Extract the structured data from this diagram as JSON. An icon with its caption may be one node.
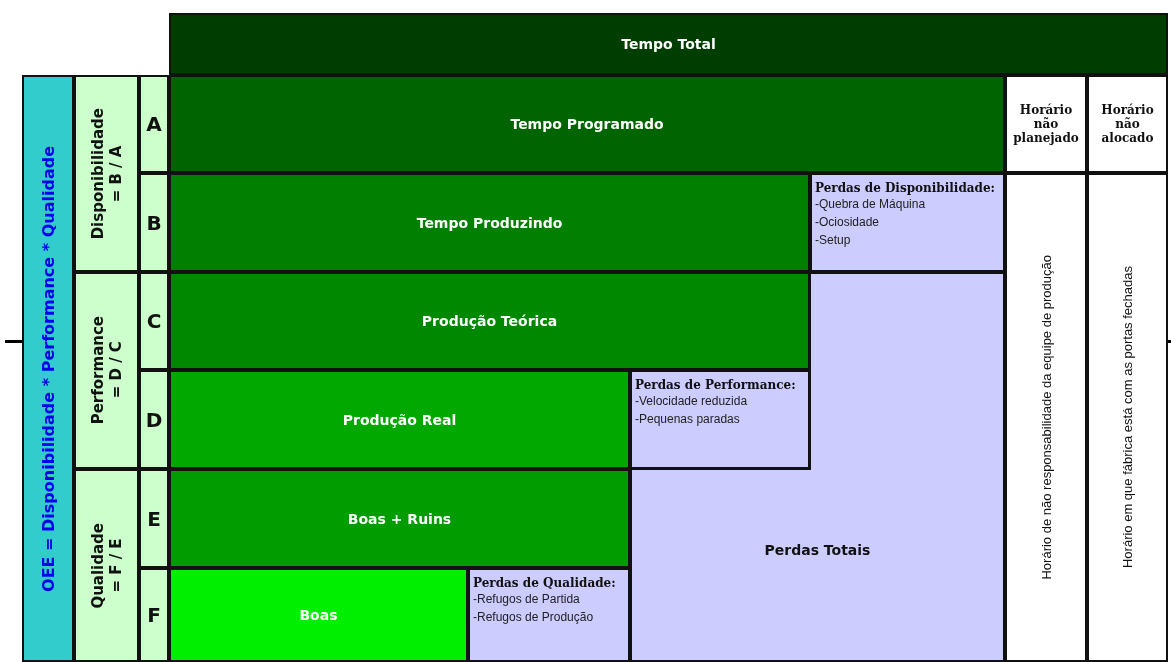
{
  "diagram": {
    "nodes": [
      {
        "text": [
          "Tempo Total"
        ]
      },
      {
        "text": [
          "OEE = Disponibilidade * Performance * Qualidade"
        ]
      },
      {
        "text": [
          "Disponibilidade",
          "= B / A"
        ]
      },
      {
        "text": [
          "A"
        ]
      },
      {
        "text": [
          "Tempo Programado"
        ]
      },
      {
        "text": [
          "Horário não planejado"
        ]
      },
      {
        "text": [
          "Horário não alocado"
        ]
      },
      {
        "text": [
          "B"
        ]
      },
      {
        "text": [
          "Tempo Produzindo"
        ]
      },
      {
        "text": [
          "Perdas de Disponibilidade:",
          "-Quebra de Máquina",
          "-Ociosidade",
          "-Setup"
        ]
      },
      {
        "text": [
          "Horário de não responsabilidade da equipe de produção"
        ]
      },
      {
        "text": [
          "Horário em que fábrica está com as portas fechadas"
        ]
      },
      {
        "text": [
          "Performance",
          "= D / C"
        ]
      },
      {
        "text": [
          "C"
        ]
      },
      {
        "text": [
          "Produção Teórica"
        ]
      },
      {
        "text": [
          "D"
        ]
      },
      {
        "text": [
          "Produção Real"
        ]
      },
      {
        "text": [
          "Perdas de Performance:",
          "-Velocidade reduzida",
          "-Pequenas paradas"
        ]
      },
      {
        "text": [
          "Qualidade",
          "= F / E"
        ]
      },
      {
        "text": [
          "E"
        ]
      },
      {
        "text": [
          "Boas + Ruins"
        ]
      },
      {
        "text": [
          "Perdas Totais"
        ]
      },
      {
        "text": [
          "F"
        ]
      },
      {
        "text": [
          "Boas"
        ]
      },
      {
        "text": [
          "Perdas de Qualidade:",
          "-Refugos de Partida",
          "-Refugos de Produção"
        ]
      }
    ]
  }
}
